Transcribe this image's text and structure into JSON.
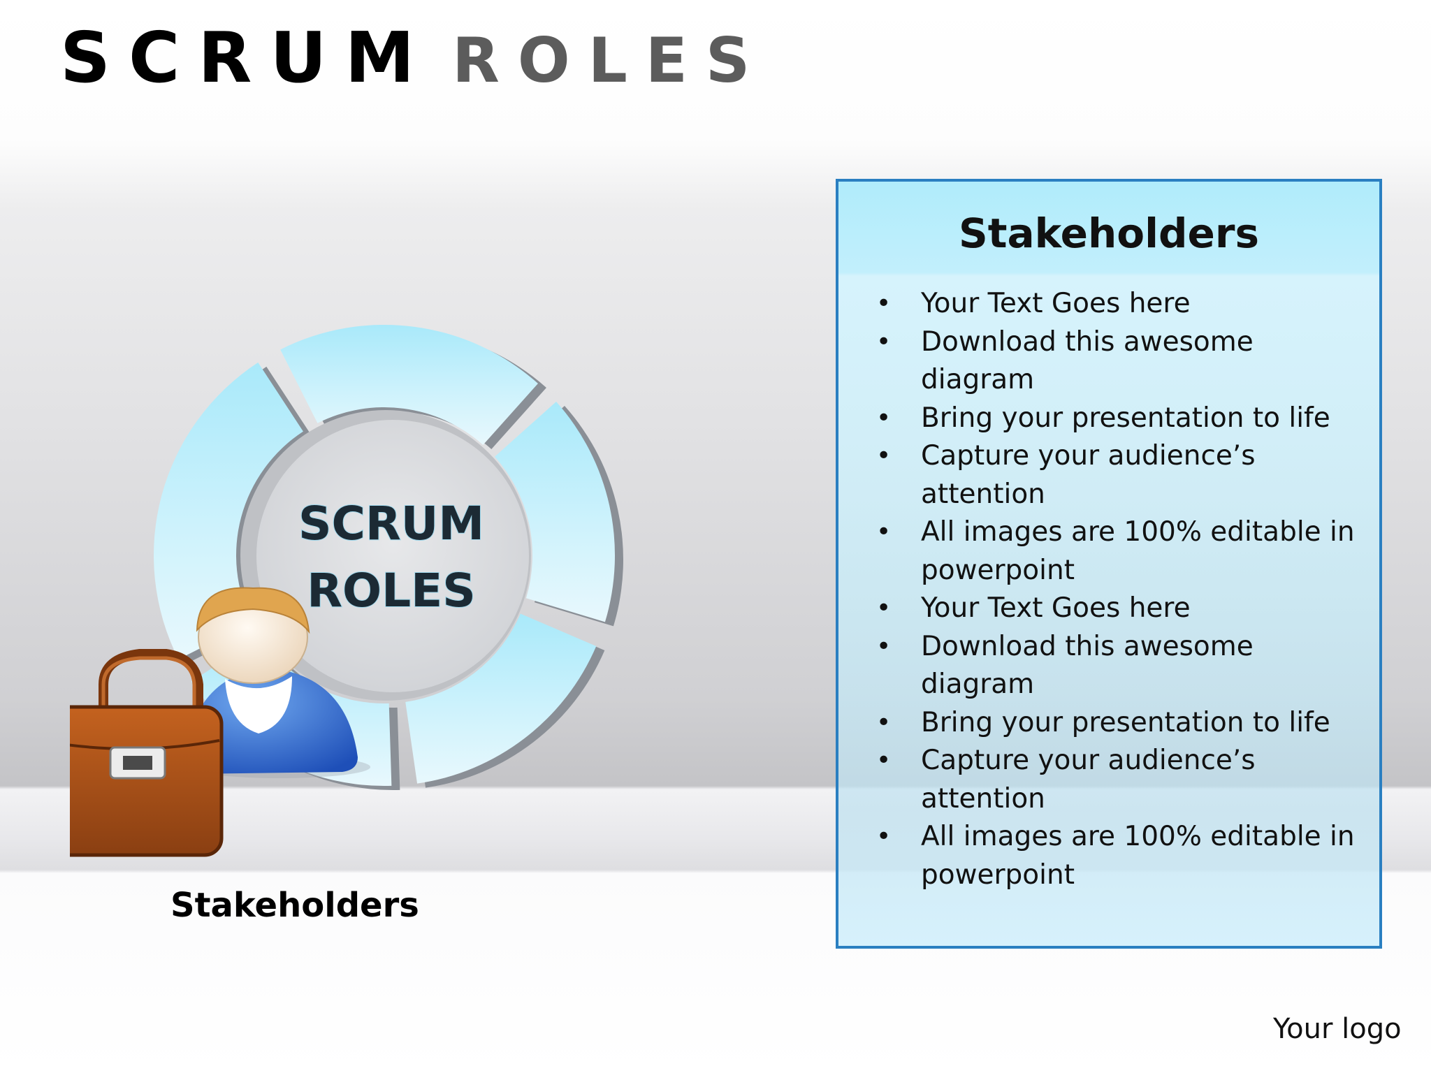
{
  "slide": {
    "title_word_1": "SCRUM",
    "title_word_2": "ROLES",
    "center_label_line_1": "SCRUM",
    "center_label_line_2": "ROLES",
    "caption": "Stakeholders",
    "logo_text": "Your logo"
  },
  "panel": {
    "title": "Stakeholders",
    "bullets": [
      "Your Text Goes here",
      "Download this awesome diagram",
      "Bring your presentation to life",
      "Capture your audience’s attention",
      "All images are 100% editable in powerpoint",
      "Your Text Goes here",
      "Download this awesome diagram",
      "Bring your presentation to life",
      "Capture your audience’s attention",
      "All images are 100% editable in powerpoint"
    ]
  },
  "icons": [
    "stakeholder-person-icon",
    "briefcase-icon"
  ],
  "colors": {
    "segment_fill": "#bdeefb",
    "segment_edge": "#8a8f96",
    "panel_border": "#2a7fc1",
    "briefcase": "#a8511c"
  }
}
